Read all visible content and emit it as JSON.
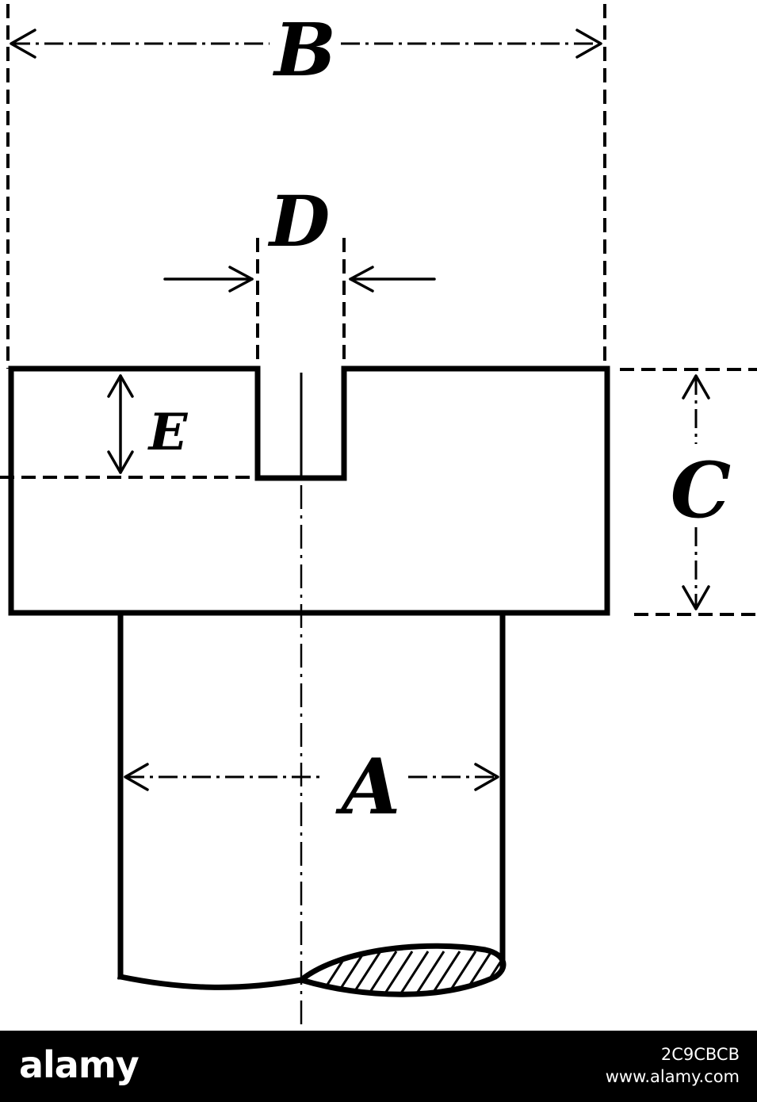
{
  "diagram": {
    "labels": {
      "a": "A",
      "b": "B",
      "c": "C",
      "d": "D",
      "e": "E"
    }
  },
  "watermark": {
    "brand": "alamy",
    "image_id": "2C9CBCB",
    "url": "www.alamy.com"
  },
  "colors": {
    "ink": "#000000",
    "paper": "#ffffff",
    "footer_bg": "#000000",
    "footer_text": "#ffffff"
  }
}
